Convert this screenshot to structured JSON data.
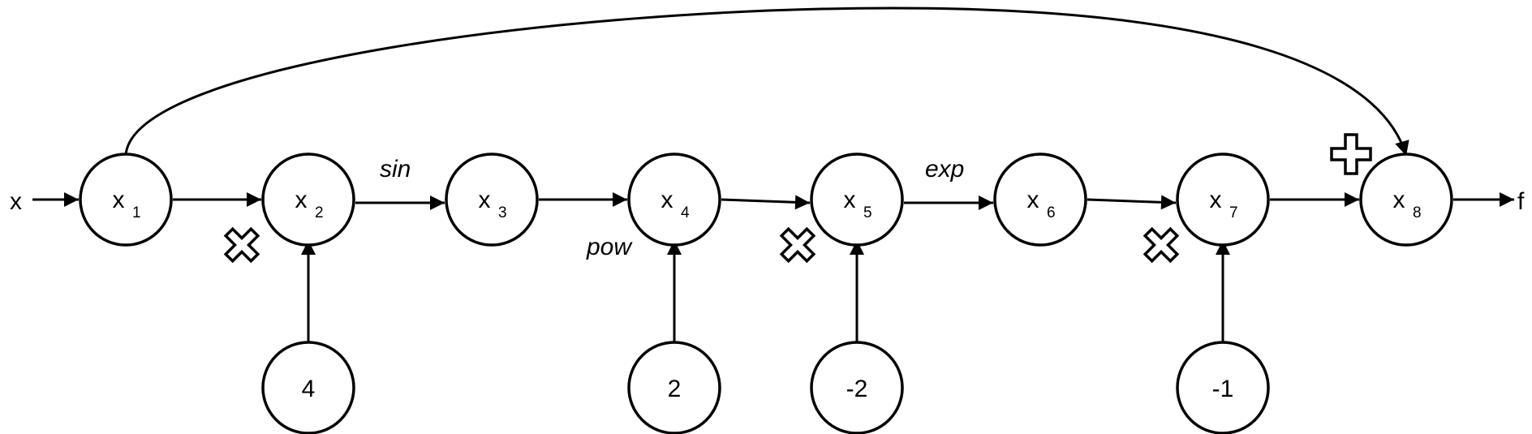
{
  "input_label": "x",
  "output_label": "f",
  "nodes": {
    "x1": {
      "base": "x",
      "sub": "1"
    },
    "x2": {
      "base": "x",
      "sub": "2"
    },
    "x3": {
      "base": "x",
      "sub": "3"
    },
    "x4": {
      "base": "x",
      "sub": "4"
    },
    "x5": {
      "base": "x",
      "sub": "5"
    },
    "x6": {
      "base": "x",
      "sub": "6"
    },
    "x7": {
      "base": "x",
      "sub": "7"
    },
    "x8": {
      "base": "x",
      "sub": "8"
    },
    "c4": "4",
    "c2": "2",
    "cm2": "-2",
    "cm1": "-1"
  },
  "operations": {
    "sin": "sin",
    "pow": "pow",
    "exp": "exp"
  },
  "symbols": {
    "x2": "multiply-icon",
    "x5": "multiply-icon",
    "x7": "multiply-icon",
    "x8": "plus-icon"
  }
}
